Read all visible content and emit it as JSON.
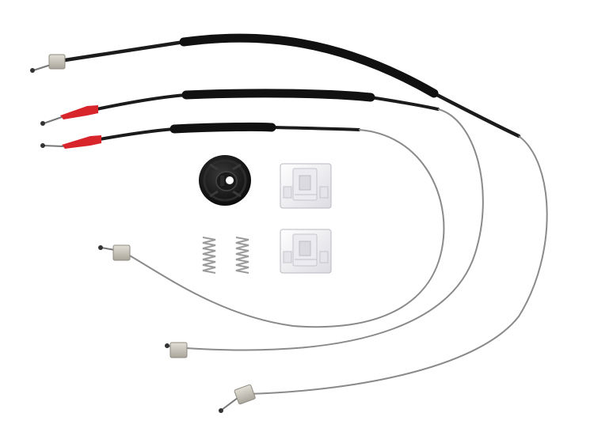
{
  "scene": {
    "subject": "window-regulator-repair-kit",
    "colors": {
      "background": "#ffffff",
      "cable_sheath": "#1b1b1b",
      "sheath_thick": "#111111",
      "steel_wire": "#8a8a8a",
      "ferrule": "#c9c6bd",
      "red_end": "#d8242b",
      "clip_plastic": "#f4f4f6",
      "spring_metal": "#9b9b9b"
    },
    "components": {
      "cables": 3,
      "pulley_wheels": 1,
      "sliding_clips": 2,
      "springs": 2
    }
  }
}
